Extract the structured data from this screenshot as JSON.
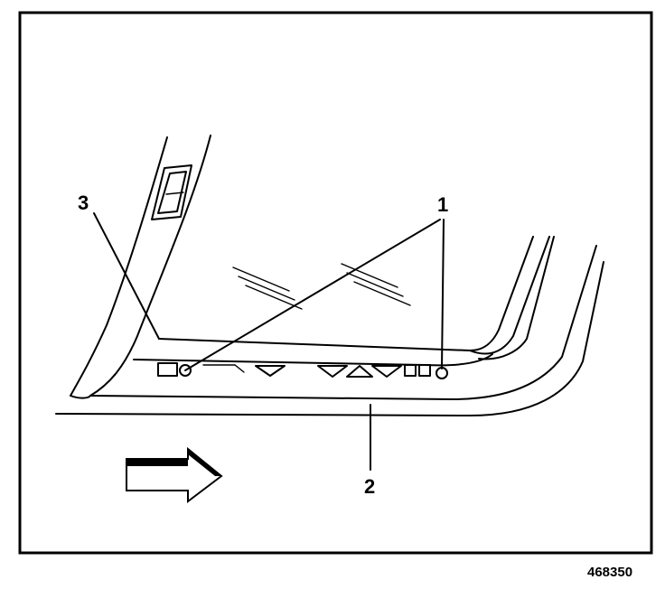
{
  "callouts": {
    "one": "1",
    "two": "2",
    "three": "3"
  },
  "figure_id": "468350",
  "icons": {
    "direction_arrow": "arrow-right-icon"
  },
  "colors": {
    "line": "#000000",
    "background": "#ffffff"
  }
}
